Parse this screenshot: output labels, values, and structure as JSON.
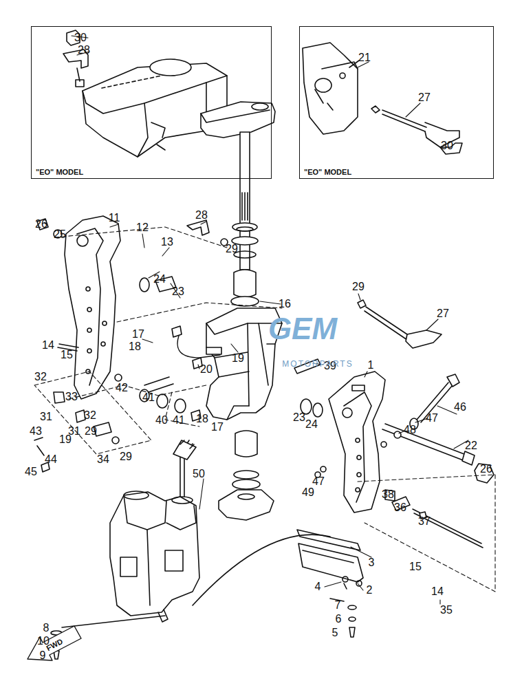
{
  "diagram": {
    "nodes": [
      {
        "text": [
          "\"EO\" MODEL"
        ]
      },
      {
        "text": [
          "\"EO\" MODEL"
        ]
      }
    ],
    "labels": [
      "30",
      "28",
      "21",
      "27",
      "30",
      "26",
      "25",
      "11",
      "12",
      "13",
      "28",
      "29",
      "24",
      "23",
      "16",
      "29",
      "27",
      "17",
      "18",
      "14",
      "15",
      "19",
      "39",
      "1",
      "20",
      "32",
      "42",
      "33",
      "41",
      "32",
      "31",
      "40",
      "41",
      "18",
      "17",
      "23",
      "24",
      "46",
      "47",
      "48",
      "43",
      "31",
      "19",
      "29",
      "34",
      "29",
      "44",
      "22",
      "45",
      "50",
      "26",
      "47",
      "49",
      "38",
      "36",
      "37",
      "3",
      "15",
      "4",
      "2",
      "14",
      "7",
      "35",
      "6",
      "5",
      "8",
      "10",
      "9",
      "FWD",
      "MOTORPARTS",
      "GEM"
    ]
  }
}
